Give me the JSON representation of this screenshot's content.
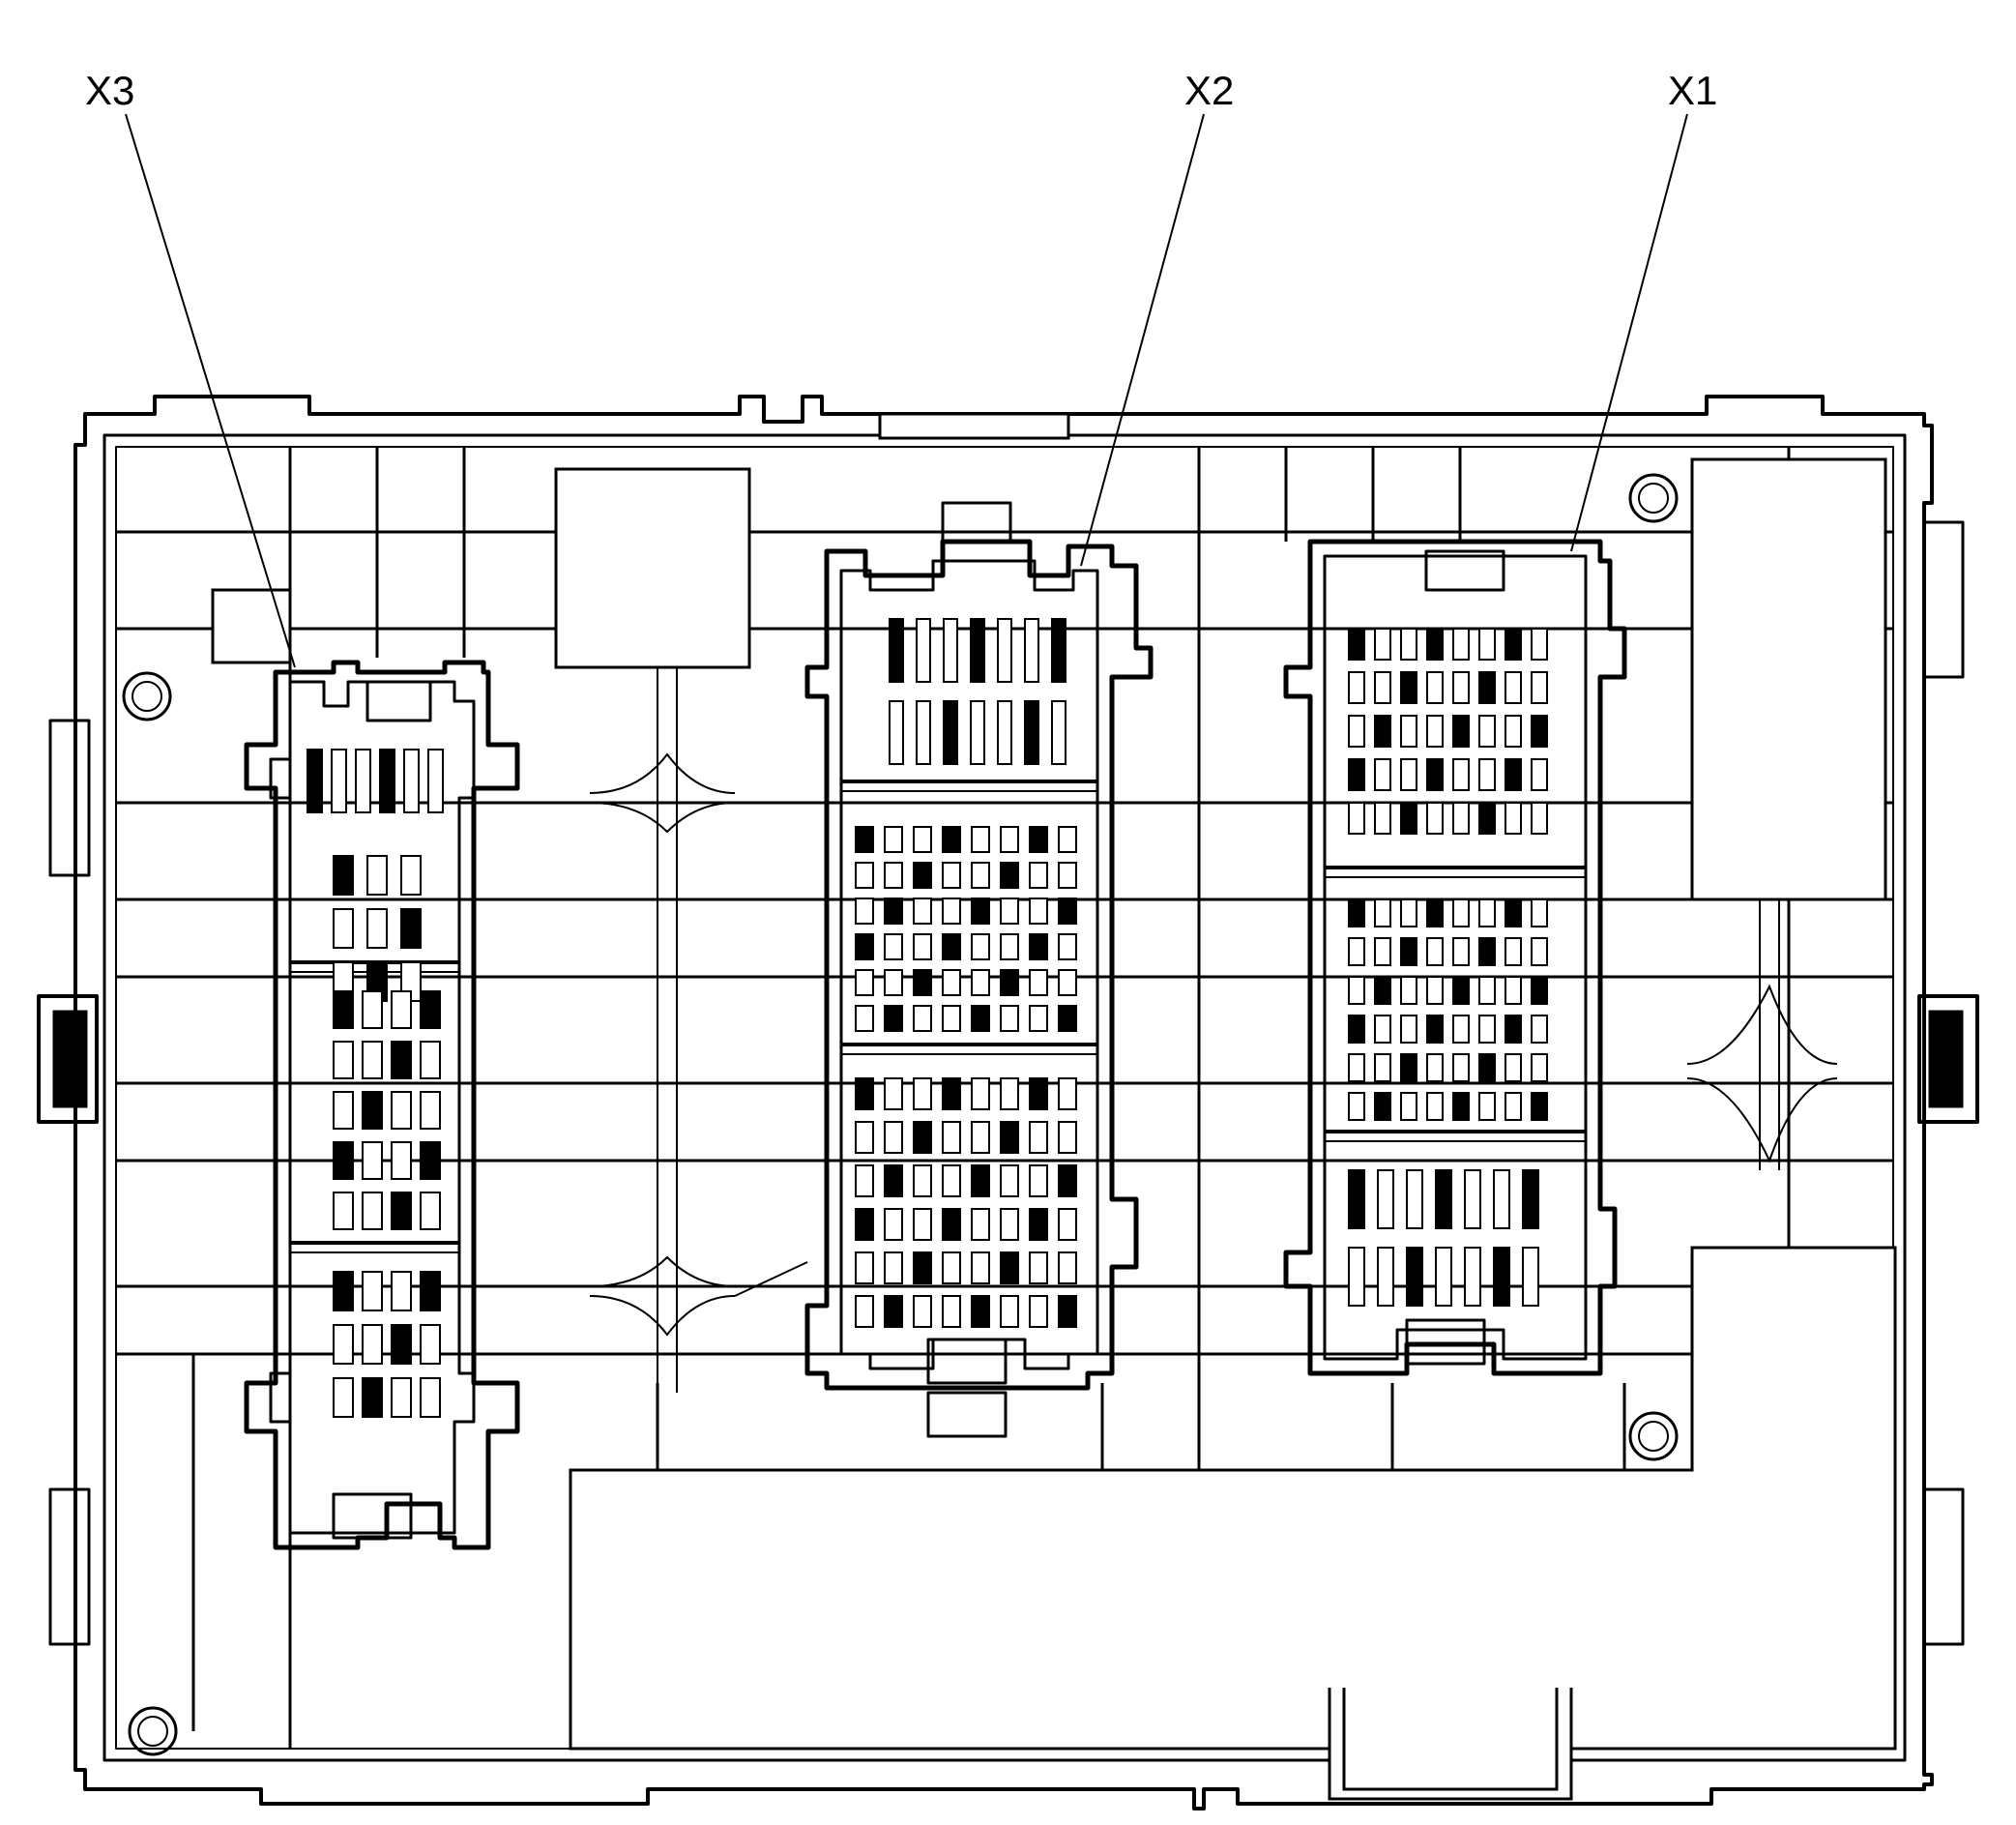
{
  "diagram": {
    "type": "connector end view",
    "line_color": "#000000",
    "background": "#ffffff",
    "callouts": [
      {
        "id": "x3",
        "label": "X3"
      },
      {
        "id": "x2",
        "label": "X2"
      },
      {
        "id": "x1",
        "label": "X1"
      }
    ]
  }
}
